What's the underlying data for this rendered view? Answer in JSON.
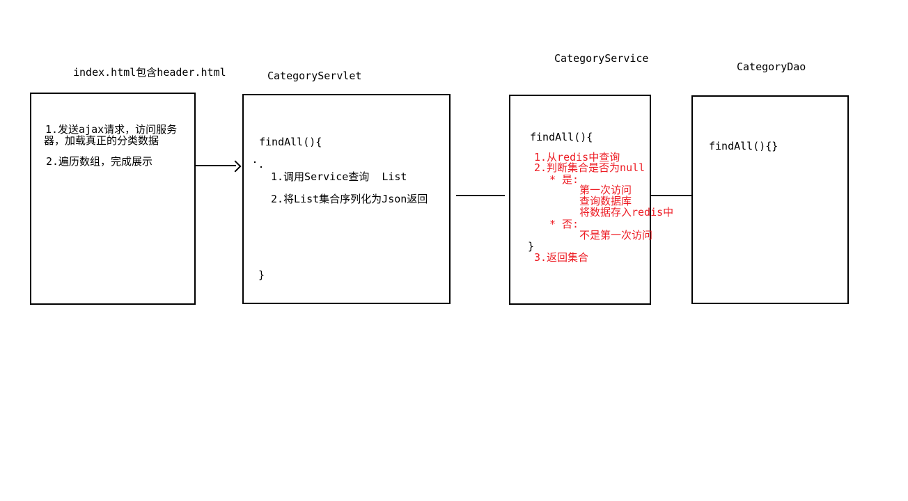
{
  "colors": {
    "ink": "#000000",
    "red_annotation": "#ed1c24",
    "background": "#ffffff"
  },
  "boxes": {
    "index_html": {
      "title": "index.html包含header.html",
      "lines": [
        "1.发送ajax请求，访问服务",
        "器，加载真正的分类数据",
        "2.遍历数组，完成展示"
      ]
    },
    "category_servlet": {
      "title": "CategoryServlet",
      "lines": [
        "findAll(){",
        "1.调用Service查询  List",
        "2.将List集合序列化为Json返回",
        "}"
      ]
    },
    "category_service": {
      "title": "CategoryService",
      "open_line": "findAll(){",
      "red_lines": [
        "1.从redis中查询",
        "2.判断集合是否为null",
        "* 是:",
        "第一次访问",
        "查询数据库",
        "将数据存入redis中",
        "* 否:",
        "不是第一次访问"
      ],
      "close_line": "}",
      "red_tail": "3.返回集合"
    },
    "category_dao": {
      "title": "CategoryDao",
      "lines": [
        "findAll(){}"
      ]
    }
  }
}
